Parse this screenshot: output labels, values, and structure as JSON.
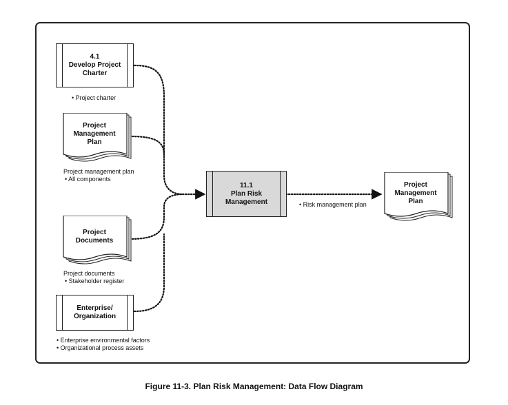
{
  "nodes": {
    "charter": {
      "label": "4.1\nDevelop Project\nCharter",
      "lines": [
        "4.1",
        "Develop Project",
        "Charter"
      ]
    },
    "pmp_in": {
      "lines": [
        "Project",
        "Management",
        "Plan"
      ]
    },
    "docs": {
      "lines": [
        "Project",
        "Documents"
      ]
    },
    "enterprise": {
      "lines": [
        "Enterprise/",
        "Organization"
      ]
    },
    "process": {
      "lines": [
        "11.1",
        "Plan Risk",
        "Management"
      ]
    },
    "pmp_out": {
      "lines": [
        "Project",
        "Management",
        "Plan"
      ]
    }
  },
  "notes": {
    "charter": [
      "• Project charter"
    ],
    "pmp_in": [
      "Project management plan",
      "• All components"
    ],
    "docs": [
      "Project documents",
      "• Stakeholder register"
    ],
    "enterprise": [
      "• Enterprise environmental factors",
      "• Organizational process assets"
    ],
    "output": [
      "• Risk management plan"
    ]
  },
  "caption": "Figure 11-3. Plan Risk Management: Data Flow Diagram"
}
